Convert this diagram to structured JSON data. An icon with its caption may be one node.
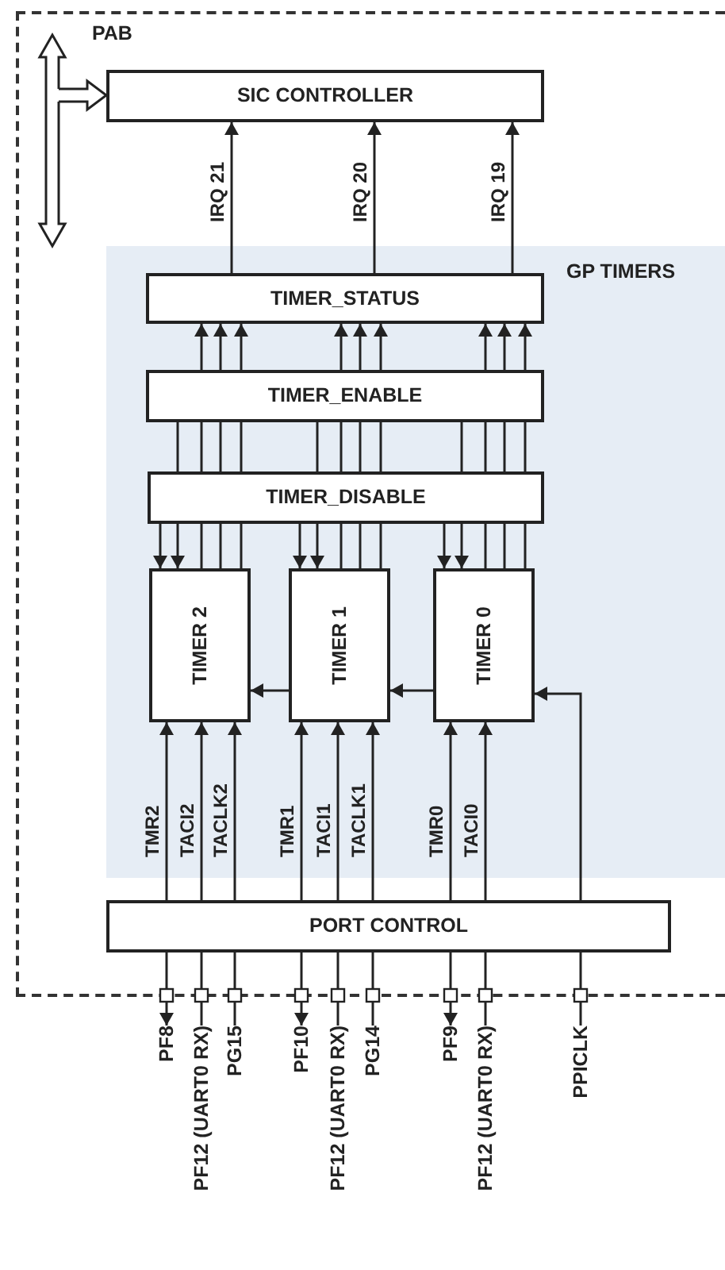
{
  "diagram": {
    "nodes": [
      {
        "text": [],
        "shape": "box"
      },
      {
        "text": [
          "SIC CONTROLLER"
        ],
        "in": 0
      },
      {
        "text": [
          "GP TIMERS"
        ],
        "in": 0
      },
      {
        "text": [
          "TIMER_STATUS"
        ],
        "in": 2
      },
      {
        "text": [
          "TIMER_ENABLE"
        ],
        "in": 2
      },
      {
        "text": [
          "TIMER_DISABLE"
        ],
        "in": 2
      },
      {
        "text": [
          "TIMER 2"
        ],
        "in": 2
      },
      {
        "text": [
          "TIMER 1"
        ],
        "in": 2
      },
      {
        "text": [
          "TIMER 0"
        ],
        "in": 2
      },
      {
        "text": [
          "PORT CONTROL"
        ],
        "in": 0
      },
      {
        "text": [
          "PF8"
        ]
      },
      {
        "text": [
          "PF12 (UART0 RX)"
        ]
      },
      {
        "text": [
          "PG15"
        ]
      },
      {
        "text": [
          "PF10"
        ]
      },
      {
        "text": [
          "PF12 (UART0 RX)"
        ]
      },
      {
        "text": [
          "PG14"
        ]
      },
      {
        "text": [
          "PF9"
        ]
      },
      {
        "text": [
          "PF12 (UART0 RX)"
        ]
      },
      {
        "text": [
          "PPICLK"
        ]
      }
    ],
    "edges": [
      {
        "from": 3,
        "to": 1,
        "arrow": "to",
        "label": "IRQ 21"
      },
      {
        "from": 3,
        "to": 1,
        "arrow": "to",
        "label": "IRQ 20"
      },
      {
        "from": 3,
        "to": 1,
        "arrow": "to",
        "label": "IRQ 19"
      },
      {
        "from": null,
        "to": 1,
        "arrow": "to",
        "style": "thick"
      },
      {
        "from": 4,
        "to": 3,
        "arrow": "to"
      },
      {
        "from": 4,
        "to": 3,
        "arrow": "to"
      },
      {
        "from": 4,
        "to": 3,
        "arrow": "to"
      },
      {
        "from": 4,
        "to": 5,
        "arrow": "none"
      },
      {
        "from": 4,
        "to": 5,
        "arrow": "none"
      },
      {
        "from": 4,
        "to": 5,
        "arrow": "none"
      },
      {
        "from": 4,
        "to": 5,
        "arrow": "none"
      },
      {
        "from": 5,
        "to": 6,
        "arrow": "to"
      },
      {
        "from": 5,
        "to": 6,
        "arrow": "to"
      },
      {
        "from": 6,
        "to": 5,
        "arrow": "none"
      },
      {
        "from": 6,
        "to": 5,
        "arrow": "none"
      },
      {
        "from": 6,
        "to": 5,
        "arrow": "none"
      },
      {
        "from": 4,
        "to": 3,
        "arrow": "to"
      },
      {
        "from": 4,
        "to": 3,
        "arrow": "to"
      },
      {
        "from": 4,
        "to": 3,
        "arrow": "to"
      },
      {
        "from": 4,
        "to": 5,
        "arrow": "none"
      },
      {
        "from": 4,
        "to": 5,
        "arrow": "none"
      },
      {
        "from": 4,
        "to": 5,
        "arrow": "none"
      },
      {
        "from": 4,
        "to": 5,
        "arrow": "none"
      },
      {
        "from": 5,
        "to": 7,
        "arrow": "to"
      },
      {
        "from": 5,
        "to": 7,
        "arrow": "to"
      },
      {
        "from": 7,
        "to": 5,
        "arrow": "none"
      },
      {
        "from": 7,
        "to": 5,
        "arrow": "none"
      },
      {
        "from": 7,
        "to": 5,
        "arrow": "none"
      },
      {
        "from": 4,
        "to": 3,
        "arrow": "to"
      },
      {
        "from": 4,
        "to": 3,
        "arrow": "to"
      },
      {
        "from": 4,
        "to": 3,
        "arrow": "to"
      },
      {
        "from": 4,
        "to": 5,
        "arrow": "none"
      },
      {
        "from": 4,
        "to": 5,
        "arrow": "none"
      },
      {
        "from": 4,
        "to": 5,
        "arrow": "none"
      },
      {
        "from": 4,
        "to": 5,
        "arrow": "none"
      },
      {
        "from": 5,
        "to": 8,
        "arrow": "to"
      },
      {
        "from": 5,
        "to": 8,
        "arrow": "to"
      },
      {
        "from": 8,
        "to": 5,
        "arrow": "none"
      },
      {
        "from": 8,
        "to": 5,
        "arrow": "none"
      },
      {
        "from": 8,
        "to": 5,
        "arrow": "none"
      },
      {
        "from": 7,
        "to": 6,
        "arrow": "to"
      },
      {
        "from": 8,
        "to": 7,
        "arrow": "to"
      },
      {
        "from": 9,
        "to": 6,
        "arrow": "to",
        "label": "TMR2"
      },
      {
        "from": 9,
        "to": 6,
        "arrow": "to",
        "label": "TACI2"
      },
      {
        "from": 9,
        "to": 6,
        "arrow": "to",
        "label": "TACLK2"
      },
      {
        "from": 9,
        "to": 7,
        "arrow": "to",
        "label": "TMR1"
      },
      {
        "from": 9,
        "to": 7,
        "arrow": "to",
        "label": "TACI1"
      },
      {
        "from": 9,
        "to": 7,
        "arrow": "to",
        "label": "TACLK1"
      },
      {
        "from": 9,
        "to": 8,
        "arrow": "to",
        "label": "TMR0"
      },
      {
        "from": 9,
        "to": 8,
        "arrow": "to",
        "label": "TACI0"
      },
      {
        "from": 9,
        "to": 8,
        "arrow": "to"
      },
      {
        "from": 9,
        "to": 10,
        "arrow": "to"
      },
      {
        "from": 11,
        "to": 9,
        "arrow": "none"
      },
      {
        "from": 12,
        "to": 9,
        "arrow": "none"
      },
      {
        "from": 9,
        "to": 13,
        "arrow": "to"
      },
      {
        "from": 14,
        "to": 9,
        "arrow": "none"
      },
      {
        "from": 15,
        "to": 9,
        "arrow": "none"
      },
      {
        "from": 9,
        "to": 16,
        "arrow": "to"
      },
      {
        "from": 17,
        "to": 9,
        "arrow": "none"
      },
      {
        "from": 18,
        "to": 9,
        "arrow": "none"
      }
    ],
    "labels": [
      "PAB"
    ]
  }
}
